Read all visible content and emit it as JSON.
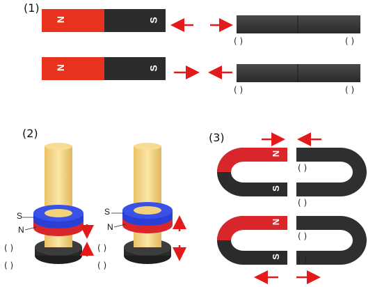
{
  "sections": {
    "s1": "(1)",
    "s2": "(2)",
    "s3": "(3)"
  },
  "bar_labels": {
    "n": "N",
    "s": "S"
  },
  "ring_labels": {
    "s": "S",
    "n": "N"
  },
  "blank": "(   )",
  "colors": {
    "red": "#e8321e",
    "black": "#2c2c2c",
    "arrow": "#e41a1a",
    "blue": "#2a3fd6",
    "cylinder": "#f3d27a"
  }
}
